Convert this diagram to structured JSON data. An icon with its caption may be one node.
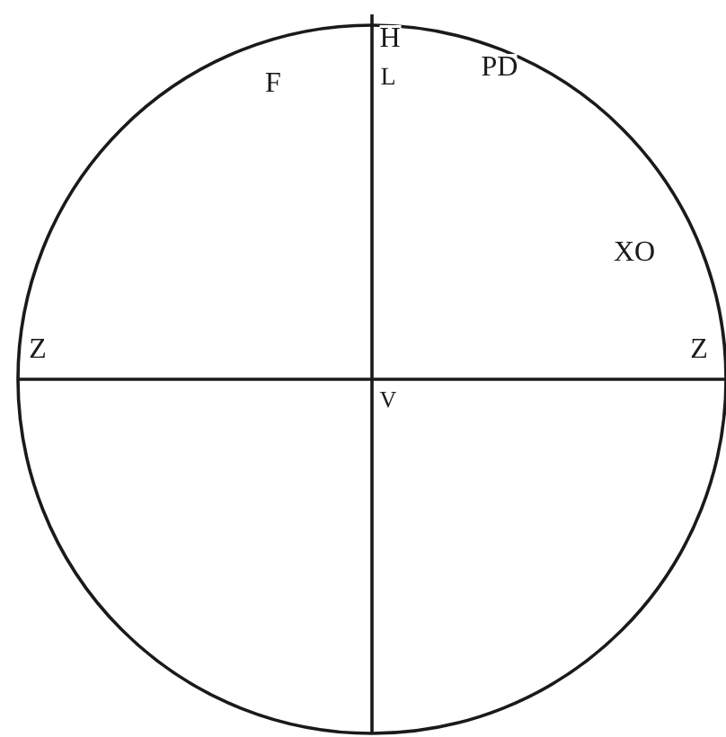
{
  "diagram": {
    "labels": [
      "H",
      "PD",
      "F",
      "L",
      "XO",
      "Z",
      "Z",
      "V"
    ]
  }
}
